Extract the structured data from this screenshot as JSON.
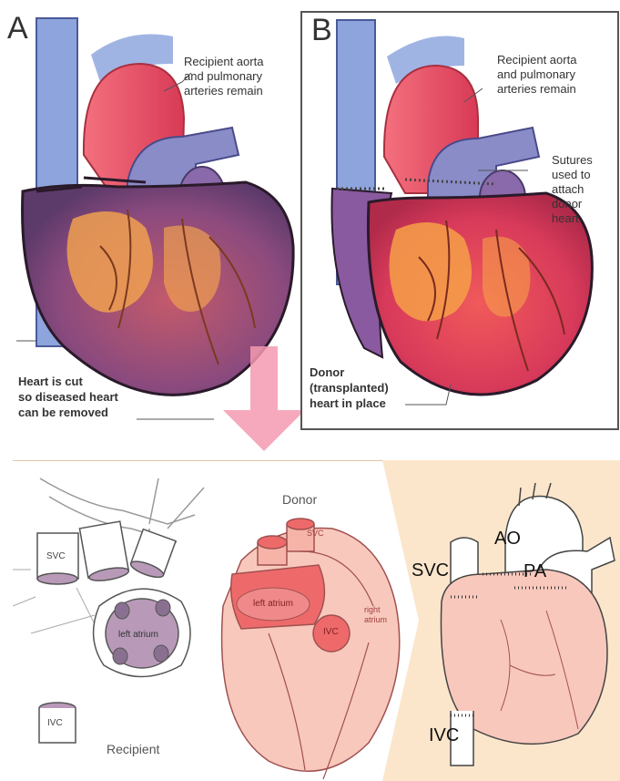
{
  "panel_a": {
    "letter": "A",
    "label_top": [
      "Recipient aorta",
      "and pulmonary",
      "arteries remain"
    ],
    "label_bottom": [
      "Heart is cut",
      "so diseased heart",
      "can be removed"
    ]
  },
  "panel_b": {
    "letter": "B",
    "label_top": [
      "Recipient aorta",
      "and pulmonary",
      "arteries remain"
    ],
    "label_sutures": [
      "Sutures",
      "used to",
      "attach",
      "donor",
      "heart"
    ],
    "label_bottom": [
      "Donor",
      "(transplanted)",
      "heart in place"
    ]
  },
  "bottom_left": {
    "svc": "SVC",
    "left_atrium": "left atrium",
    "ivc": "IVC",
    "recipient": "Recipient"
  },
  "bottom_middle": {
    "donor": "Donor",
    "svc": "SVC",
    "left_atrium": "left atrium",
    "ivc": "IVC",
    "right_atrium": [
      "right",
      "atrium"
    ]
  },
  "bottom_right": {
    "ao": "AO",
    "svc": "SVC",
    "pa": "PA",
    "ivc": "IVC"
  },
  "colors": {
    "heart_red": "#e0405a",
    "heart_purple": "#7a4a8a",
    "vessel_blue": "#8aa0d8",
    "aorta_pink": "#ee5a70",
    "fat_orange": "#f4a04a",
    "donor_pink": "#f8c8bc",
    "donor_red": "#ee6a6a",
    "bottom_right_bg": "#fbe6cc",
    "arrow_pink": "#f59ab0"
  }
}
